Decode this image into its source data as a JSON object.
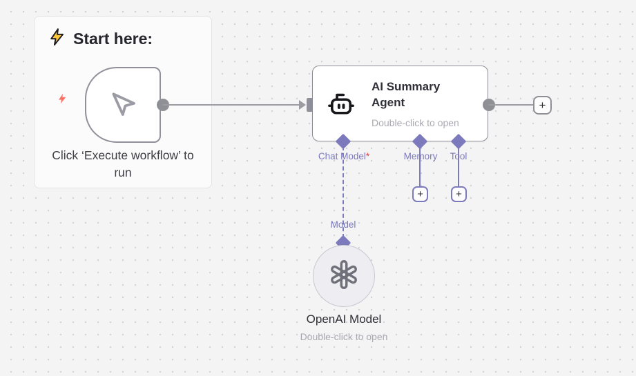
{
  "sticky_note": {
    "title": "Start here:",
    "caption": "Click ‘Execute workflow’ to run"
  },
  "agent": {
    "title": "AI Summary Agent",
    "subtitle": "Double-click to open",
    "connectors": [
      {
        "label": "Chat Model",
        "mark": "*"
      },
      {
        "label": "Memory",
        "mark": ""
      },
      {
        "label": "Tool",
        "mark": ""
      }
    ]
  },
  "model_node": {
    "port_label": "Model",
    "title": "OpenAI Model",
    "subtitle": "Double-click to open"
  },
  "icons": {
    "plus": "+",
    "start_bolt": "lightning-bolt",
    "trigger_badge": "red-lightning-bolt",
    "trigger_glyph": "mouse-pointer",
    "agent_glyph": "robot-head",
    "model_glyph": "openai-logo"
  },
  "colors": {
    "canvas_bg": "#f4f4f5",
    "grid_dot": "#d3d3d7",
    "connector_gray": "#9c9ca2",
    "node_border": "#8e8e96",
    "connector_purple": "#7c7abc",
    "required_red": "#e03a40",
    "bolt_yellow": "#ffc63a",
    "bolt_coral": "#ff7063"
  }
}
